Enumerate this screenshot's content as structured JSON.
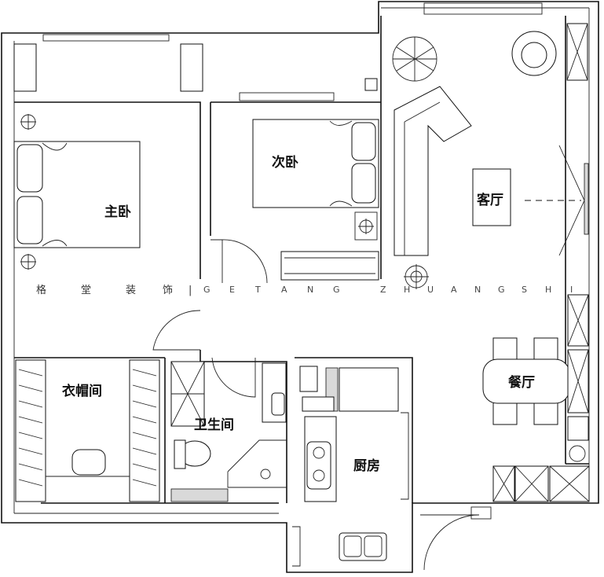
{
  "rooms": {
    "master_bedroom": "主卧",
    "second_bedroom": "次卧",
    "living_room": "客厅",
    "dining_room": "餐厅",
    "cloakroom": "衣帽间",
    "bathroom": "卫生间",
    "kitchen": "厨房"
  },
  "watermark": {
    "chinese": [
      "格",
      "堂",
      "装",
      "饰"
    ],
    "separator": "|",
    "latin": [
      "G",
      "E",
      "T",
      "A",
      "N",
      "G",
      "Z",
      "H",
      "U",
      "A",
      "N",
      "G",
      "S",
      "H",
      "I"
    ]
  },
  "colors": {
    "line": "#111111",
    "background": "#ffffff",
    "fill_grey": "#d9d9d9"
  }
}
